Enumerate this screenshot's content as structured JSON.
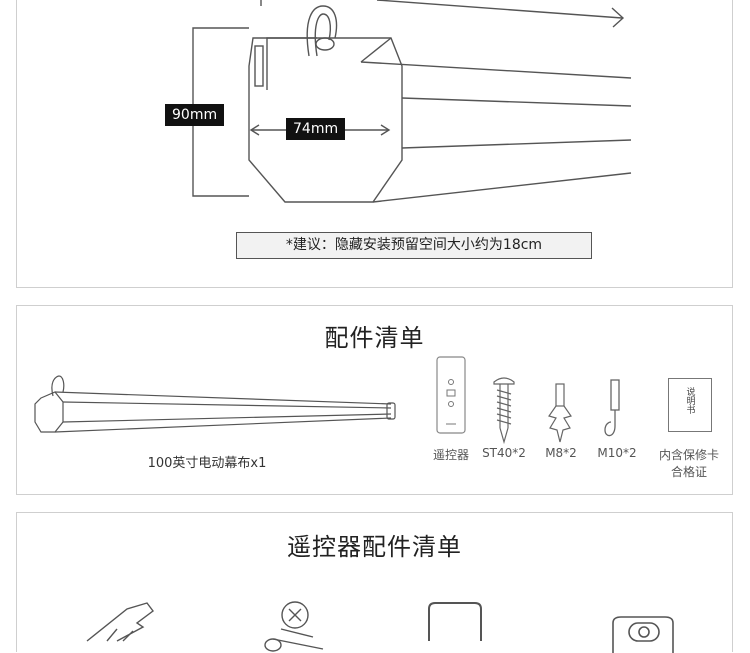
{
  "dimensions": {
    "height_label": "90mm",
    "width_label": "74mm",
    "note": "*建议：隐藏安装预留空间大小约为18cm"
  },
  "accessories": {
    "title": "配件清单",
    "items": [
      {
        "label": "100英寸电动幕布x1"
      },
      {
        "label": "遥控器"
      },
      {
        "label": "ST40*2"
      },
      {
        "label": "M8*2"
      },
      {
        "label": "M10*2"
      },
      {
        "label": "内含保修卡"
      },
      {
        "label": "合格证"
      }
    ],
    "manual_text": "说明书"
  },
  "remote_accessories": {
    "title": "遥控器配件清单"
  }
}
